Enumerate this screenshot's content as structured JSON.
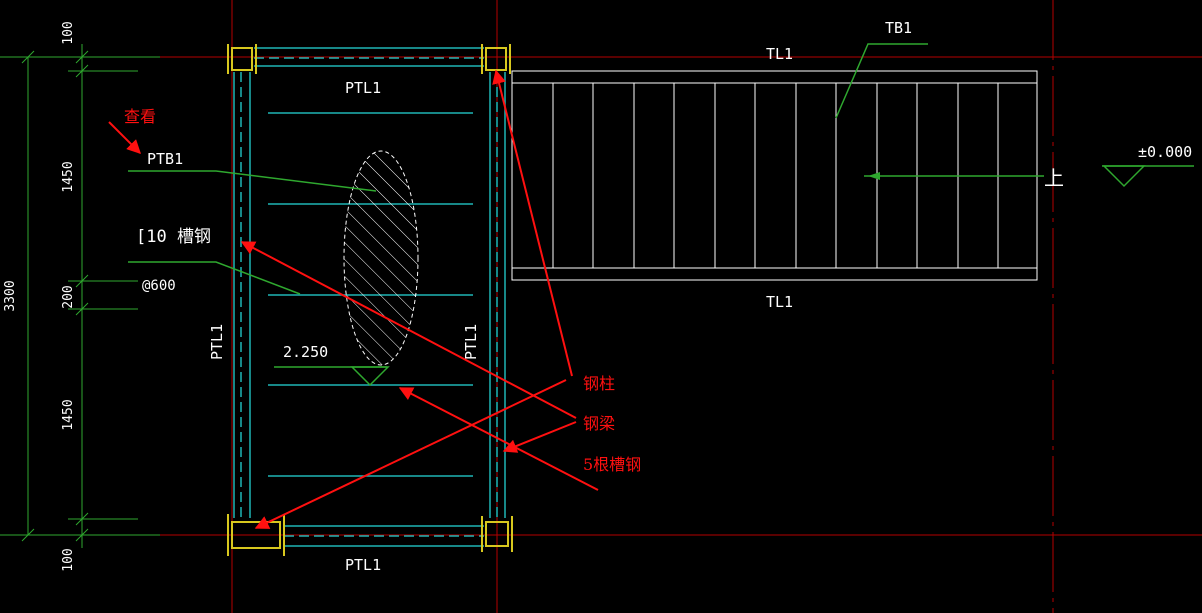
{
  "colors": {
    "background": "#000000",
    "axis_red": "#b40000",
    "dimension_green": "#2fa82f",
    "beam_cyan": "#1fb5b5",
    "column_yellow": "#d8c81e",
    "annotation_red": "#ff1010",
    "white": "#ffffff"
  },
  "dimensions": {
    "total": "3300",
    "top_offset": "100",
    "upper_span": "1450",
    "middle_gap": "200",
    "lower_span": "1450",
    "bottom_offset": "100"
  },
  "labels": {
    "ptl1_top": "PTL1",
    "ptl1_bottom": "PTL1",
    "ptl1_left": "PTL1",
    "ptl1_right": "PTL1",
    "tl1_top": "TL1",
    "tl1_bottom": "TL1",
    "tb1": "TB1",
    "ptb1": "PTB1",
    "channel_steel": "[10 槽钢",
    "spacing": "@600",
    "platform_elevation": "2.250",
    "ground_elevation": "±0.000",
    "up_arrow_text": "上"
  },
  "annotations": {
    "view_label": "查看",
    "steel_column": "钢柱",
    "steel_beam": "钢梁",
    "five_channels": "5根槽钢"
  }
}
